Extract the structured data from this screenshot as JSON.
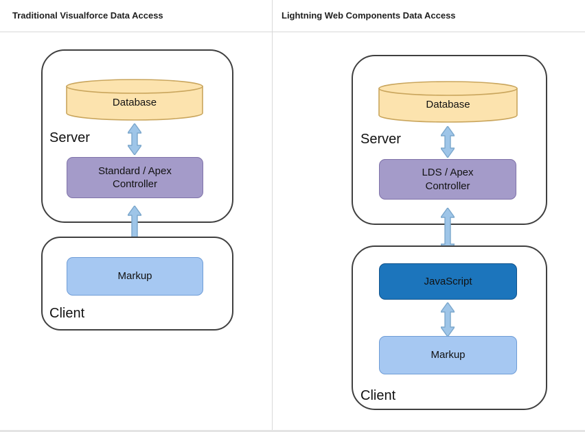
{
  "colors": {
    "database_fill": "#FCE3AE",
    "database_border": "#C9A55C",
    "controller_fill": "#A49BC9",
    "controller_border": "#7E71A8",
    "markup_fill": "#A6C8F2",
    "markup_border": "#6E9CD6",
    "javascript_fill": "#1C75BC",
    "javascript_border": "#10538C",
    "arrow_fill": "#9EC5E8",
    "arrow_border": "#7BA7CC",
    "container_border": "#3F3F3F",
    "divider": "#D8D8D8",
    "title_color": "#1F1F1F"
  },
  "left_panel": {
    "title": "Traditional Visualforce Data Access",
    "server": {
      "label": "Server",
      "database_label": "Database",
      "controller_label": "Standard / Apex Controller"
    },
    "client": {
      "label": "Client",
      "markup_label": "Markup"
    }
  },
  "right_panel": {
    "title": "Lightning Web Components Data Access",
    "server": {
      "label": "Server",
      "database_label": "Database",
      "controller_label": "LDS / Apex Controller"
    },
    "client": {
      "label": "Client",
      "javascript_label": "JavaScript",
      "markup_label": "Markup"
    }
  }
}
